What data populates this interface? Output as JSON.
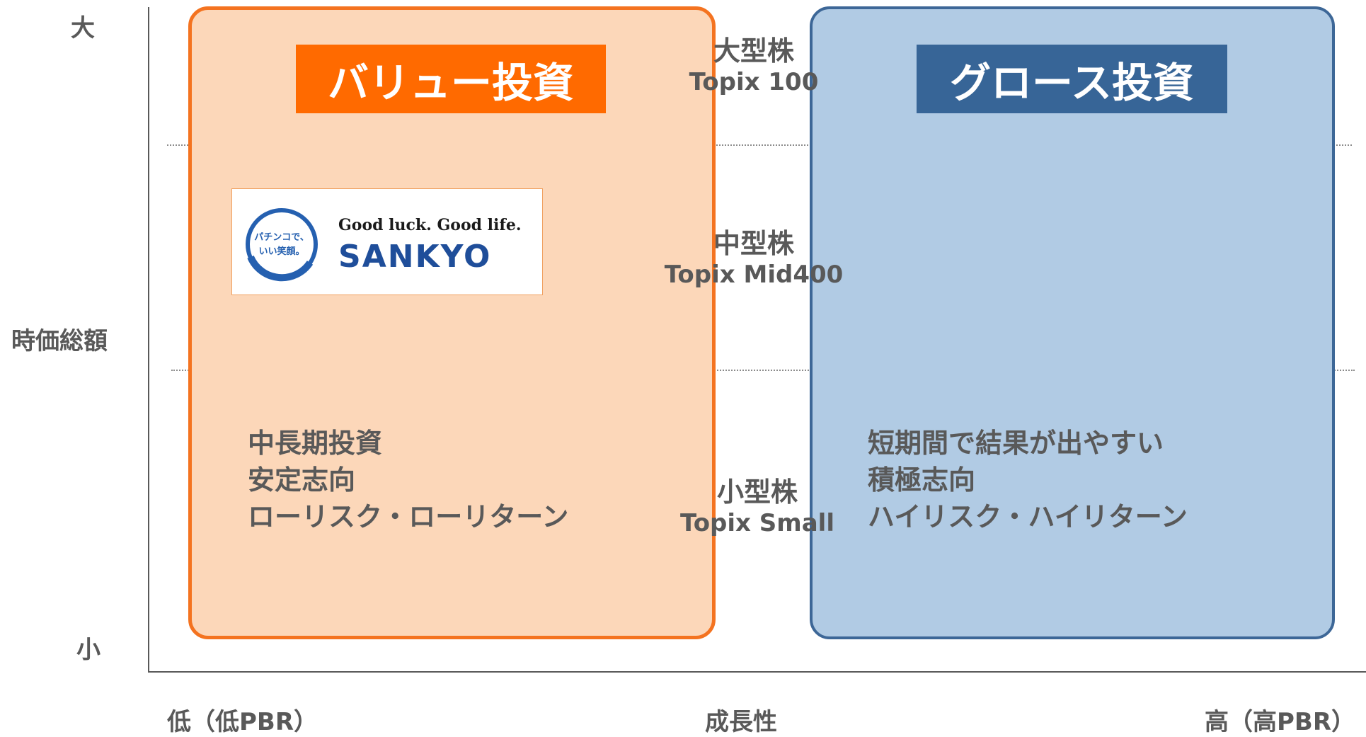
{
  "y_axis": {
    "top": "大",
    "middle": "時価総額",
    "bottom": "小"
  },
  "x_axis": {
    "left": "低（低PBR）",
    "middle": "成長性",
    "right": "高（高PBR）"
  },
  "tiers": {
    "large": {
      "jp": "大型株",
      "en": "Topix 100"
    },
    "mid": {
      "jp": "中型株",
      "en": "Topix Mid400"
    },
    "small": {
      "jp": "小型株",
      "en": "Topix Small"
    }
  },
  "value": {
    "title": "バリュー投資",
    "lines": [
      "中長期投資",
      "安定志向",
      "ローリスク・ローリターン"
    ],
    "logo": {
      "tagline": "Good luck. Good life.",
      "brand": "SANKYO",
      "badge_line1": "パチンコで、",
      "badge_line2": "いい笑顔。"
    }
  },
  "growth": {
    "title": "グロース投資",
    "lines": [
      "短期間で結果が出やすい",
      "積極志向",
      "ハイリスク・ハイリターン"
    ]
  },
  "colors": {
    "value_fill": "#fcd7b9",
    "value_border": "#f47320",
    "value_title_bg": "#ff6a00",
    "growth_fill": "#b1cbe4",
    "growth_border": "#3d6797",
    "growth_title_bg": "#376597",
    "text": "#595959"
  }
}
